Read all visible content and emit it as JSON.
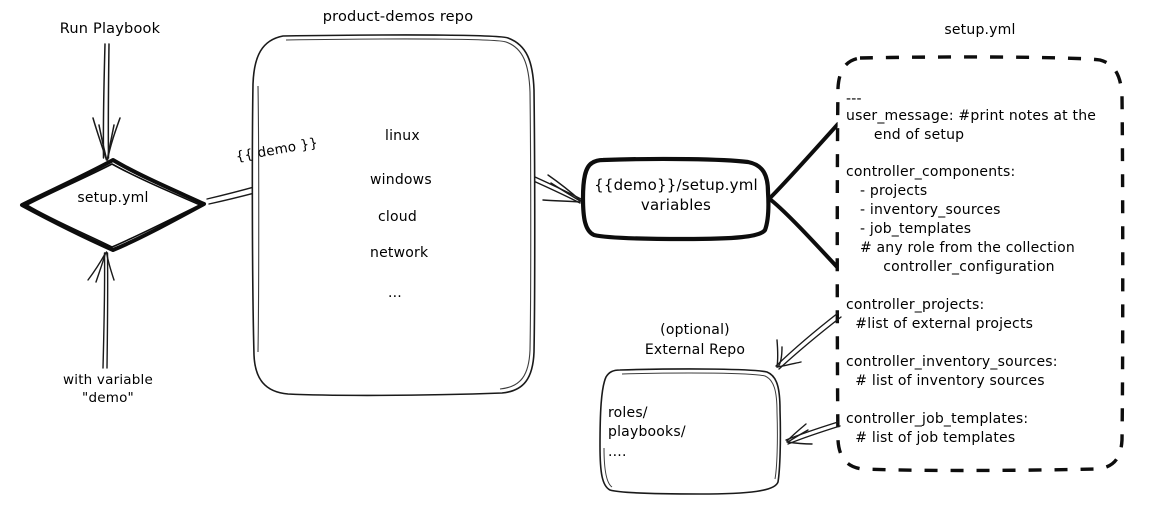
{
  "diagram": {
    "title_hidden": false,
    "colors": {
      "ink": "#000000",
      "background": "#ffffff"
    },
    "labels": {
      "run_playbook": "Run Playbook",
      "with_variable_line1": "with variable",
      "with_variable_line2": "\"demo\"",
      "demo_edge": "{{ demo }}",
      "repo_title": "product-demos repo",
      "setupyml_box_title": "setup.yml",
      "external_repo_line1": "(optional)",
      "external_repo_line2": "External Repo"
    },
    "nodes": {
      "decision": {
        "shape": "diamond",
        "label": "setup.yml"
      },
      "repo": {
        "shape": "rounded-rect",
        "items": [
          "linux",
          "windows",
          "cloud",
          "network",
          "..."
        ]
      },
      "variables": {
        "shape": "rounded-rect-bold",
        "line1": "{{demo}}/setup.yml",
        "line2": "variables"
      },
      "external_repo": {
        "shape": "rounded-rect",
        "items": [
          "roles/",
          "playbooks/",
          "...."
        ]
      },
      "setup_yml_file": {
        "shape": "dashed-rounded-rect",
        "blocks": [
          {
            "lines": [
              "---"
            ]
          },
          {
            "lines": [
              "user_message: #print notes at the",
              "      end of setup"
            ]
          },
          {
            "lines": [
              "controller_components:",
              "   - projects",
              "   - inventory_sources",
              "   - job_templates",
              "   # any role from the collection",
              "        controller_configuration"
            ]
          },
          {
            "lines": [
              "controller_projects:",
              "  #list of external projects"
            ]
          },
          {
            "lines": [
              "controller_inventory_sources:",
              "  # list of inventory sources"
            ]
          },
          {
            "lines": [
              "controller_job_templates:",
              "  # list of job templates"
            ]
          }
        ]
      }
    }
  }
}
